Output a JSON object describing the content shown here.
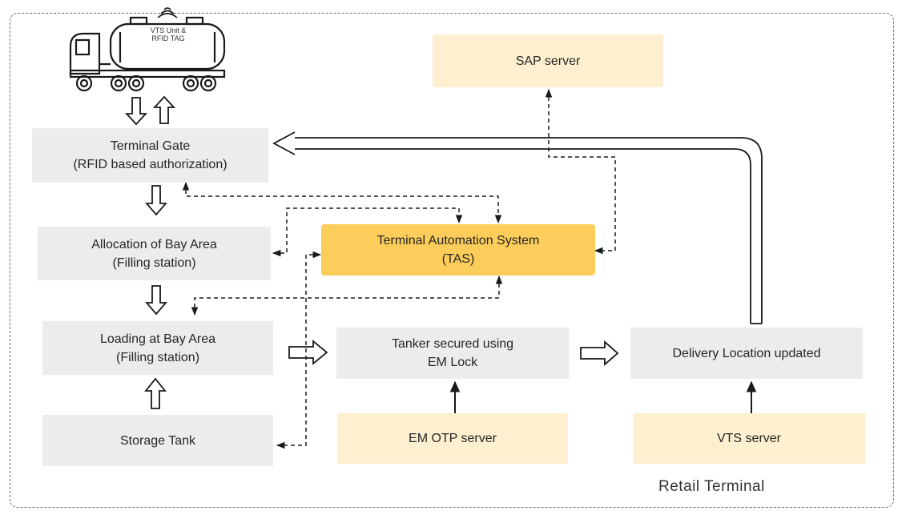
{
  "truck": {
    "label_line1": "VTS Unit &",
    "label_line2": "RFID TAG"
  },
  "nodes": {
    "terminal_gate": {
      "line1": "Terminal Gate",
      "line2": "(RFID based authorization)"
    },
    "allocation": {
      "line1": "Allocation of Bay Area",
      "line2": "(Filling station)"
    },
    "loading": {
      "line1": "Loading at Bay Area",
      "line2": "(Filling station)"
    },
    "storage": {
      "line1": "Storage Tank"
    },
    "tas": {
      "line1": "Terminal Automation System",
      "line2": "(TAS)"
    },
    "sap": {
      "line1": "SAP server"
    },
    "tanker_secured": {
      "line1": "Tanker secured using",
      "line2": "EM Lock"
    },
    "delivery": {
      "line1": "Delivery Location updated"
    },
    "em_otp": {
      "line1": "EM OTP server"
    },
    "vts_server": {
      "line1": "VTS server"
    }
  },
  "region_label": "Retail Terminal",
  "colors": {
    "process_box": "#ececec",
    "server_box": "#fdefcf",
    "tas_box": "#fccd5a",
    "line": "#1a1a1a"
  }
}
